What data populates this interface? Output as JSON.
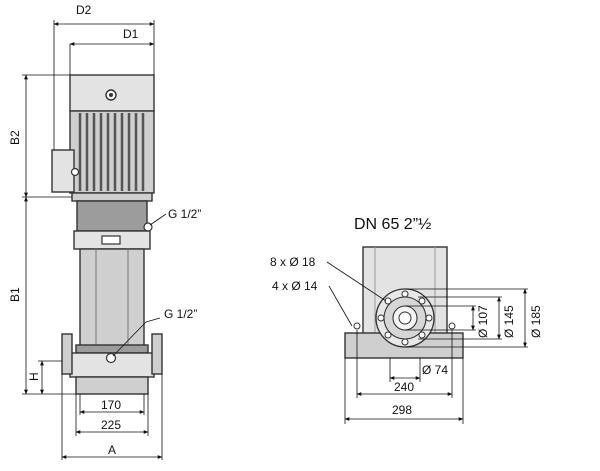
{
  "side_view": {
    "labels": {
      "d2": "D2",
      "d1": "D1",
      "b2": "B2",
      "b1": "B1",
      "h": "H",
      "a": "A",
      "dim_170": "170",
      "dim_225": "225",
      "port_top": "G 1/2”",
      "port_bottom": "G 1/2”"
    }
  },
  "flange_view": {
    "title": "DN 65 2”½",
    "labels": {
      "holes_outer": "8 x Ø 18",
      "holes_base": "4 x Ø 14",
      "dia_107": "Ø 107",
      "dia_145": "Ø 145",
      "dia_185": "Ø 185",
      "dia_74": "Ø 74",
      "dim_240": "240",
      "dim_298": "298"
    }
  }
}
